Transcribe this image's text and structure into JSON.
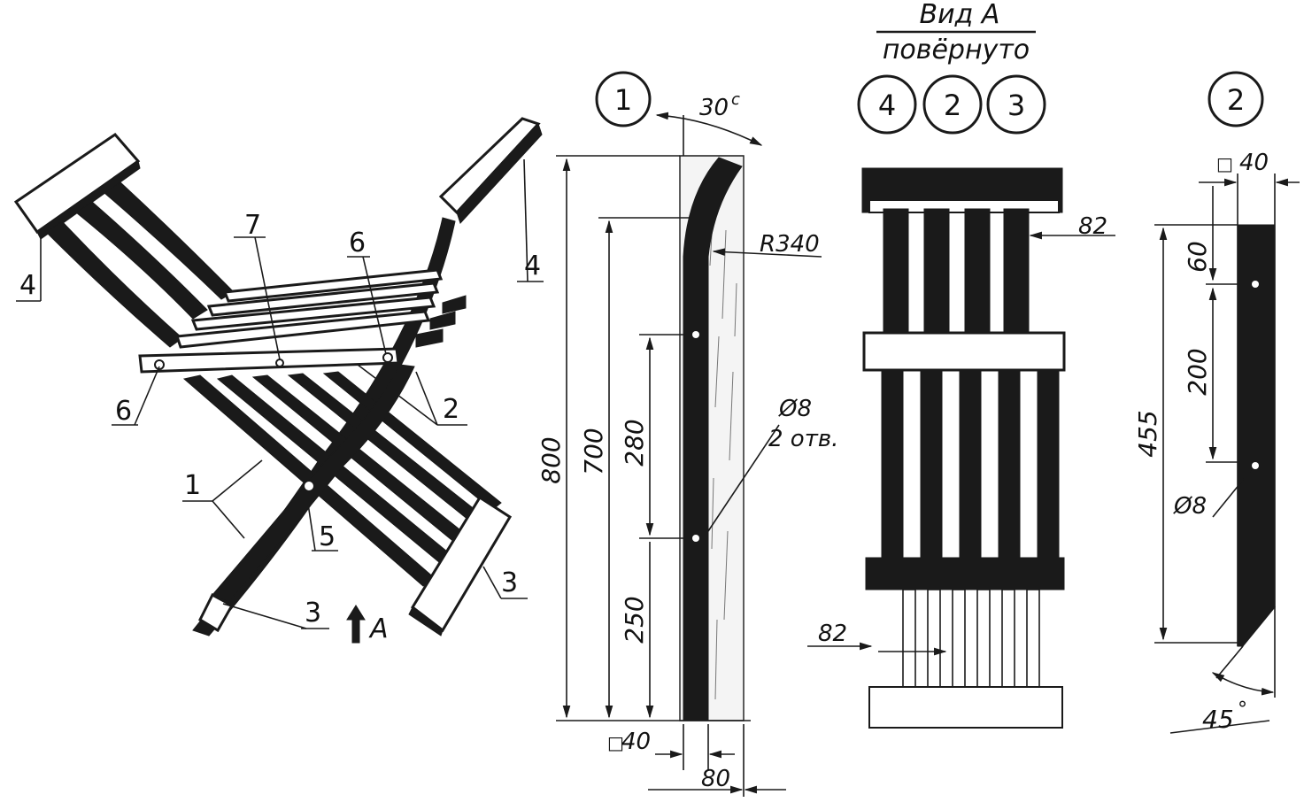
{
  "figure": {
    "view_a_title": "Вид А",
    "view_a_subtitle": "повёрнуто",
    "circle_labels": [
      "1",
      "4",
      "2",
      "3",
      "2"
    ],
    "angle_top": "30",
    "angle_top_unit": "c",
    "radius_label": "R340",
    "hole_diameter_1": "Ø8",
    "hole_count": "2 отв.",
    "hole_diameter_2": "Ø8",
    "dim_800": "800",
    "dim_700": "700",
    "dim_280": "280",
    "dim_250": "250",
    "dim_40_leg": "40",
    "dim_80": "80",
    "dim_82_top": "82",
    "dim_82_bottom": "82",
    "dim_40_bar": "40",
    "dim_60": "60",
    "dim_200": "200",
    "dim_455": "455",
    "angle_bottom": "45",
    "angle_bottom_unit": "°",
    "square_symbol": "□",
    "arrow_a_label": "А",
    "part_labels": {
      "p4_left": "4",
      "p7": "7",
      "p6_top": "6",
      "p4_right": "4",
      "p6_left": "6",
      "p2": "2",
      "p1": "1",
      "p5": "5",
      "p3_right": "3",
      "p3_bottom": "3"
    }
  }
}
